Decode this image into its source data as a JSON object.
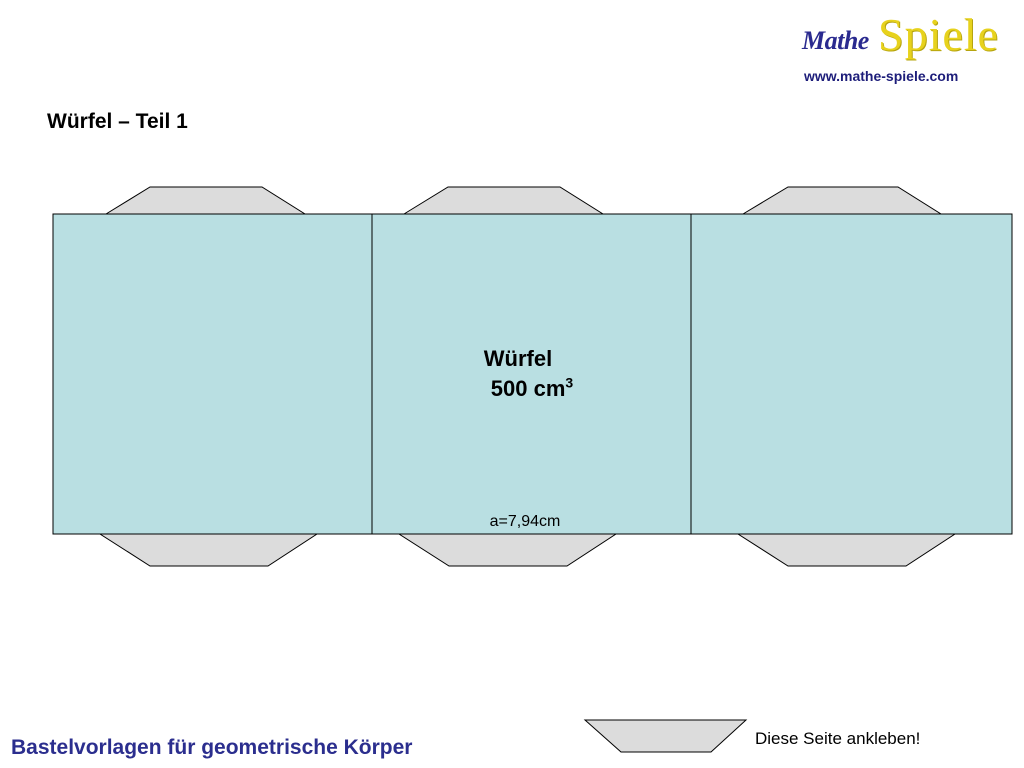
{
  "logo": {
    "mathe": "Mathe",
    "spiele": "Spiele",
    "url": "www.mathe-spiele.com"
  },
  "page_title": "Würfel – Teil 1",
  "net": {
    "face_title": "Würfel",
    "volume_value": "500 cm",
    "volume_exponent": "3",
    "edge_label": "a=7,94cm",
    "face_color": "#b9dfe2",
    "tab_color": "#dcdcdc",
    "line_color": "#000000"
  },
  "legend": {
    "glue_label": "Diese Seite ankleben!"
  },
  "footer": {
    "title": "Bastelvorlagen für geometrische Körper",
    "title_color": "#2b2e8e"
  }
}
